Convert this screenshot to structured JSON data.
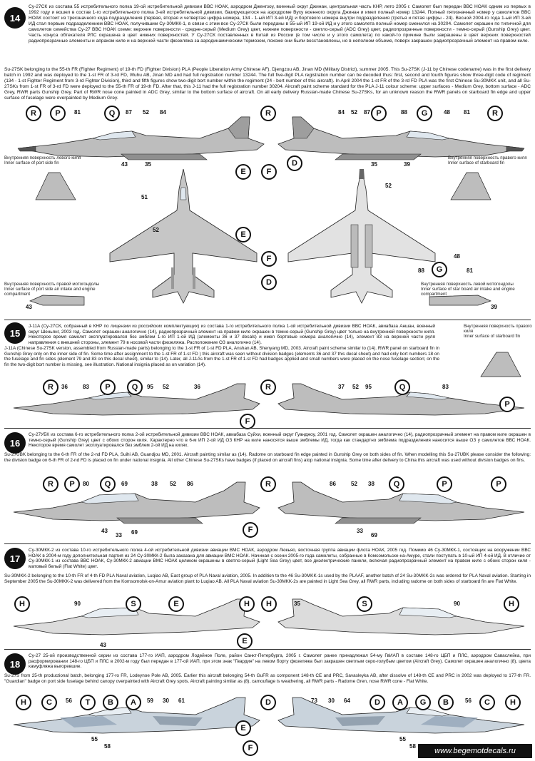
{
  "section14": {
    "number": "14",
    "text_ru": "Су-27СК из состава 55 истребительного полка 19-ой истребительной дивизии ВВС НОАК, аэродром Дженгзоу, военный округ Джинан, центральная часть КНР, лето 2005 г. Самолет был передан ВВС НОАК одним из первых в 1992 году и вошел в состав 1-го истребительного полка 3-ей истребительной дивизии, базирующегося на аэродроме Вуху военного округа Джинан и имел полный номер 13244. Полный пятизначный номер у самолетов ВВС НОАК состоит из трехзначного кода подразделения (первая, вторая и четвертая цифра номера, 134 - 1-ый ИП 3-ей ИД) и бортового номера внутри подразделения (третья и пятая цифры - 24). Весной 2004-го года 1-ый ИП 3-ей ИД стал первым подразделением ВВС НОАК, получившим Су-30МКК-1, в связи с этим все Су-27СК были переданы в 55-ый ИП 19-ой ИД и у этого самолета полный номер сменился на 30204. Самолет окрашен по типичной для самолетов семейства Су-27 ВВС НОАК схеме: верхние поверхности - средне-серый (Medium Grey) цвет, нижние поверхности - светло-серый (ADC Grey) цвет, радиопрозрачные поверхности - темно-серый (Gunship Grey) цвет. Часть конуса обтекателя РЛС окрашена в цвет нижних поверхностей. У Су-27СК поставленных в Китай из России (в том числе и у этого самолета) по какой-то причине были закрашены в цвет верхних поверхностей радиопрозрачные элементы и апраком киле и на верхней части фюзеляжа за аэродинамическим тормозом, похоже они были восстановлены, но в неполном объеме, поверх закрашен радиопрозрачный элемент на правом киле.",
    "text_en": "Su-27SK belonging to the 55-th FR (Fighter Regiment) of 19-th FD (Fighter Division) PLA (People Liberation Army Chinese AF), Djengzou AB, Jinan MD (Military District), summer 2005. This Su-27SK (J-11 by Chinese codename) was in the first delivery batch in 1992 and was deployed to the 1-st FR of 3-rd FD, Wuhu AB, Jinan MD and had full registration number 13244. The full five-digit PLA registration number can be decoded thus: first, second and fourth figures show three-digit code of regiment (134 - 1-st Fighter Regiment from 3-rd Fighter Division), third and fifth figures show two-digit bort number within the regiment (24 - bort number of this aircraft). In April 2004 the 1-st FR of the 3-rd FD PLA was the first Chinese Su-30MKK unit, and all Su-27SKs from 1-st FR of 3-rd FD were deployed to the 55-th FR of 19-th FD. After that, this J-11 had the full registration number 30204. Aircraft paint scheme standard for the PLA J-11 colour scheme: upper surfaces - Medium Grey, bottom surface - ADC Grey, RWR parts Gunship Grey. Part of RWR nose cone painted in ADC Grey, similar to the bottom surface of aircraft. On all early delivery Russian-made Chinese Su-27SKs, for an unknown reason the RWR panels on starboard fin edge and upper surface of fuselage were overpainted by Medium Grey.",
    "note_port_fin": "Внутренняя поверхность левого киля\nInner surface of port side fin",
    "note_starboard_fin": "Внутренняя поверхность правого киля\nInner surface of starboard fin",
    "note_port_intake": "Внутренняя поверхность правой мотогондолы\nInner surface of port side air intake and engine compartment",
    "note_starboard_intake": "Внутренняя поверхность левой мотогондолы\nInner surface of star board air intake and engine compartment",
    "callouts_left": [
      "R",
      "P",
      "Q",
      "R"
    ],
    "callouts_right": [
      "P",
      "G",
      "R"
    ],
    "callouts_mid": [
      "E",
      "F",
      "D",
      "E",
      "F",
      "D",
      "G"
    ],
    "numbers": [
      "81",
      "87",
      "52",
      "84",
      "84",
      "52",
      "87",
      "88",
      "48",
      "81",
      "43",
      "35",
      "35",
      "39",
      "51",
      "52",
      "52",
      "88",
      "48",
      "81",
      "43",
      "39"
    ]
  },
  "section15": {
    "number": "15",
    "text_ru": "J-11A (Су-27СК, собранный в КНР по лицензии из российских комплектующих) из состава 1-го истребительного полка 1-ой истребительной дивизии ВВС НОАК, авиабаза Аншан, военный округ Шеньянг, 2003 год. Самолет окрашен аналогично (14), радиопрозрачный элемент на правом киле окрашен в темно-серый (Gunship Grey) цвет только на внутренней поверхности киля. Некоторое время самолет эксплуатировался без эмблем 1-го ИП 1-ой ИД (элементы 36 и 37 decals) и имел бортовые номера аналогично (14), элемент 83 на верхней части руля направления с внешней стороны, элемент 79 в носовой части фюзеляжа. Расположение ОЗ аналогично (14).",
    "text_en": "J-11A (Chinese Su-27SK version, assembled from Russian-made parts) belonging to the 1-st FR of 1-st FD PLA, Anshan AB, Shenyang MD, 2003. Aircraft paint scheme similar to (14). RWR panel on starboard fin in Gunship Grey only on the inner side of fin. Some time after assignment to the 1-st FR of 1-st FD ) this aircraft was seen without division badges (elements 36 and 37 this decal sheet) and had only bort numbers 18 on the fuselage and fin sides (element 79 and 83 on this decal sheet), similar to (14). Later, all J-11As from the 1-st FR of 1-st FD had badges applied and small numbers were placed on the nose fuselage section; on the fin the two-digit bort number is missing, see illustration. National insignia placed as on variation (14).",
    "note_fin": "Внутренняя поверхность правого киля\nInner surface of starboard fin",
    "numbers": [
      "36",
      "83",
      "95",
      "52",
      "36",
      "37",
      "52",
      "95",
      "83"
    ]
  },
  "section16": {
    "number": "16",
    "text_ru": "Су-27УБК из состава 6-го истребительного полка 2-ой истребительной дивизии ВВС НОАК, авиабаза Суйхи, военный округ Гуанджоу, 2001 год. Самолет окрашен аналогично (14), радиопрозрачный элемент на правом киле окрашен в темно-серый (Gunship Grey) цвет с обоих сторон киля. Характерно что в 6-м ИП 2-ой ИД ОЗ КНР на киле наносятся вышe эмблемы ИД, тогда как стандартно эмблема подразделения наносится выше ОЗ у самолетов ВВС НОАК. Некоторое время самолет эксплуатировался без эмблем 2-ой ИД на килях.",
    "text_en": "Su-27UBK belonging to the 6-th FR of the 2-nd FD PLA, Suihi AB, Guandjou MD, 2001. Aircraft painting similar as (14). Radome on starboard fin edge painted in Gunship Grey on both sides of fin. When modelling this Su-27UBK please consider the following: the division badge on 6-th FR of 2-nd FD is placed on fin under national insignia. All other Chinese Su-27SKs have badges (if placed on aircraft fins) atop national insignia. Some time after delivery to China this aircraft was used without division badges on fins.",
    "numbers": [
      "80",
      "69",
      "38",
      "52",
      "86",
      "86",
      "52",
      "38",
      "43",
      "33",
      "69",
      "33",
      "69"
    ]
  },
  "section17": {
    "number": "17",
    "text_ru": "Су-30МКК-2 из состава 10-го истребительного полка 4-ой истребительной дивизии авиации ВМС НОАК, аэродром Люкьяо, восточная группа авиации флота НОАК, 2005 год. Помимо 46 Су-30МКК-1, состоящих на вооружении ВВС НОАК в 2004-м году дополнительная партия из 24 Су-30МКК-2 была заказана для авиации ВМС НОАК. Начиная с осени 2005-го года самолеты, собранные в Комсомольске-на-Амуре, стали поступать в 10-ый ИП 4-ой ИД. В отличие от Су-30МКК-1 из состава ВВС НОАК, Су-30МКК-2 авиации ВМС НОАК целиком окрашены в светло-серый (Light Sea Grey) цвет, все диэлектрические панели, включая радиопрозрачный элемент на правом киле с обоих сторон киля - матовый белый (Flat White) цвет.",
    "text_en": "Su-30MKK-2 belonging to the 10-th FR of 4-th FD PLA Naval aviation, Luqiao AB, East group of PLA Naval aviation, 2005. In addition to the 46 Su-30MKK-1s used by the PLAAF, another batch of 24 Su-30MKK-2s was ordered for PLA Naval aviation. Starting in September 2005 the Su-30MKK-2 was delivered from the Komsomolsk-on-Amur aviation plant to Luqiao AB. All PLA Naval aviation Su-30MKK-2s are painted in Light Sea Grey, all RWR parts, including radome on both sides of starboard fin are Flat White.",
    "numbers": [
      "90",
      "35",
      "90",
      "43"
    ]
  },
  "section18": {
    "number": "18",
    "text_ru": "Су-27 25-ой производственной серии из состава 177-го ИАП, аэродром Лодейное Поле, район Санкт-Петербурга, 2005 г. Самолет ранее принадлежал 54-му ГвИАП в составе 148-го ЦБП и ПЛС, аэродром Саваслейка, при расформировании 148-го ЦБП и ПЛС в 2002-м году был передан в 177-ой ИАП, при этом знак \"Гвардия\" на левом борту фюзеляжа был закрашен светлым серо-голубым цветом (Aircraft Grey). Самолет окрашен аналогично (8), цвета камуфляжа выгоревшие.",
    "text_en": "Su-27S from 25-th productional batch, belonging 177-ro FR, Lodeynoe Pole AB, 2005. Earlier this aircraft belonging 54-th GuFR as component 148-th CE and PRC, Savasleyka AB, after dissolve of 148-th CE and PRC in 2002 was deployed to 177-th FR. \"Guardian\" badge on port side fuselage behind canopy overpainted with Aircraft Grey spots. Aircraft painting similar as (8), camouflage is weathering, all RWR parts - Radome Gren, nose RWR cone - Flat White.",
    "numbers": [
      "56",
      "59",
      "30",
      "61",
      "73",
      "30",
      "64",
      "56",
      "55",
      "58",
      "55",
      "58"
    ]
  },
  "footer": "www.begemotdecals.ru"
}
